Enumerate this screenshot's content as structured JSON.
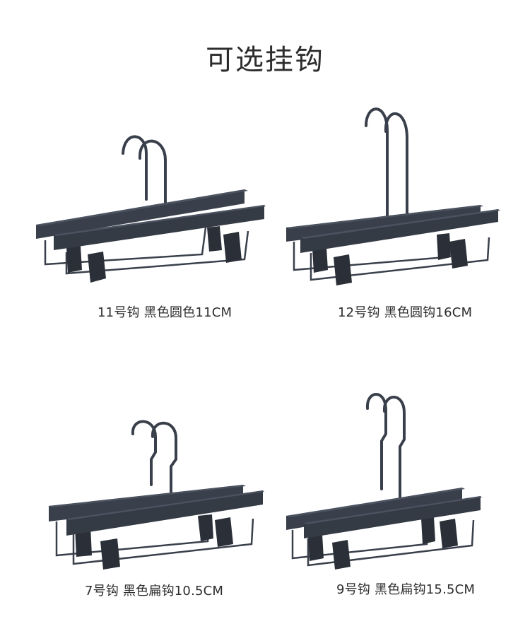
{
  "page": {
    "title": "可选挂钩"
  },
  "products": [
    {
      "caption": "11号钩 黑色圆色11CM",
      "icon": "round-hook-hanger-icon"
    },
    {
      "caption": "12号钩 黑色圆钩16CM",
      "icon": "round-hook-hanger-icon"
    },
    {
      "caption": "7号钩 黑色扁钩10.5CM",
      "icon": "flat-hook-hanger-icon"
    },
    {
      "caption": "9号钩 黑色扁钩15.5CM",
      "icon": "flat-hook-hanger-icon"
    }
  ],
  "colors": {
    "hanger": "#3a404b",
    "hanger_dark": "#2a2f38",
    "hanger_light": "#4b5260",
    "text": "#2d2d2d",
    "background": "#ffffff"
  }
}
